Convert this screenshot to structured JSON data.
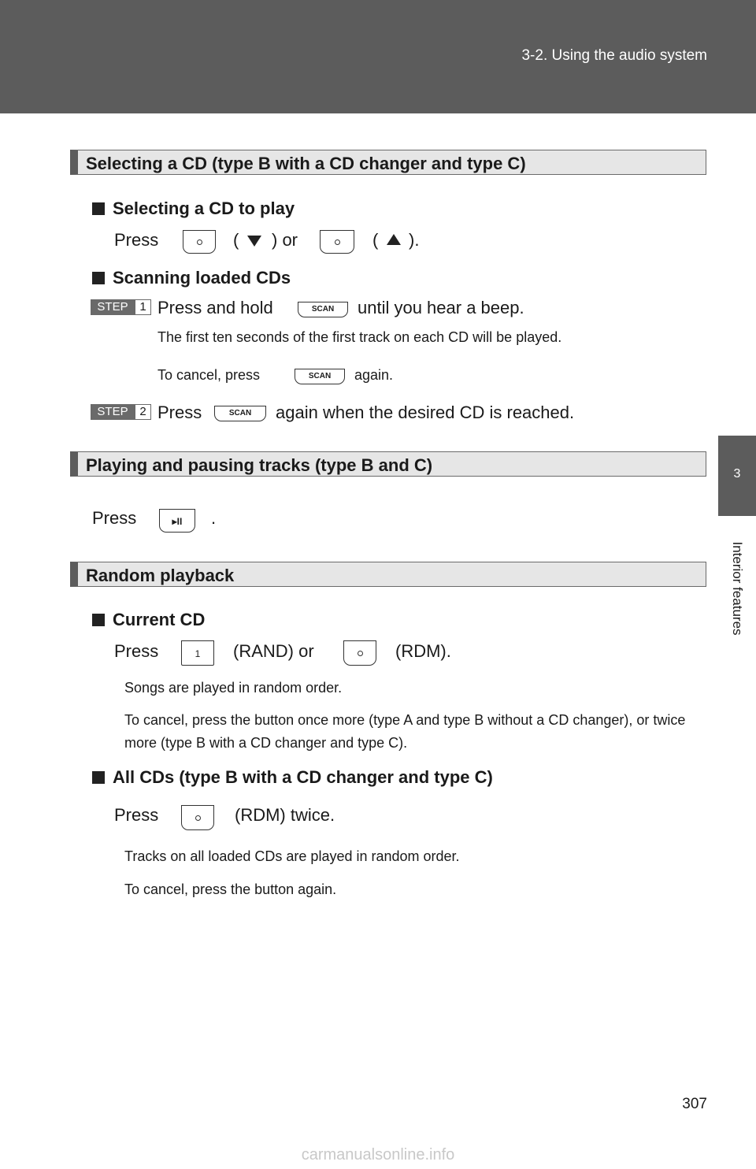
{
  "header": {
    "title": "3-2. Using the audio system"
  },
  "side_tab": {
    "number": "3",
    "label": "Interior features"
  },
  "page_number": "307",
  "watermark": "carmanualsonline.info",
  "sections": {
    "selecting": {
      "title": "Selecting a CD (type B with a CD changer and type C)",
      "sub1": "Selecting a CD to play",
      "press1_a": "Press",
      "press1_b": "(",
      "press1_c": ") or",
      "press1_d": "(",
      "press1_e": ").",
      "sub2": "Scanning loaded CDs",
      "step1_label": "STEP",
      "step1_num": "1",
      "step1_a": "Press and hold",
      "step1_b": "until you hear a beep.",
      "note1": "The first ten seconds of the first track on each CD will be played.",
      "note2_a": "To cancel, press",
      "note2_b": "again.",
      "step2_label": "STEP",
      "step2_num": "2",
      "step2_a": "Press",
      "step2_b": "again when the desired CD is reached.",
      "scan_label": "SCAN"
    },
    "playing": {
      "title": "Playing and pausing tracks (type B and C)",
      "press_a": "Press",
      "press_b": ".",
      "play_label": "▸II"
    },
    "random": {
      "title": "Random playback",
      "sub1": "Current CD",
      "press1_a": "Press",
      "press1_b": "(RAND) or",
      "press1_c": "(RDM).",
      "btn1_label": "1",
      "note1": "Songs are played in random order.",
      "note2": "To cancel, press the button once more (type A and type B without a CD changer), or twice more (type B with a CD changer and type C).",
      "sub2": "All CDs (type B with a CD changer and type C)",
      "press2_a": "Press",
      "press2_b": "(RDM) twice.",
      "note3": "Tracks on all loaded CDs are played in random order.",
      "note4": "To cancel, press the button again."
    }
  },
  "colors": {
    "header_bg": "#5c5c5c",
    "section_bg": "#e6e6e6",
    "watermark": "#c8c8c8"
  }
}
